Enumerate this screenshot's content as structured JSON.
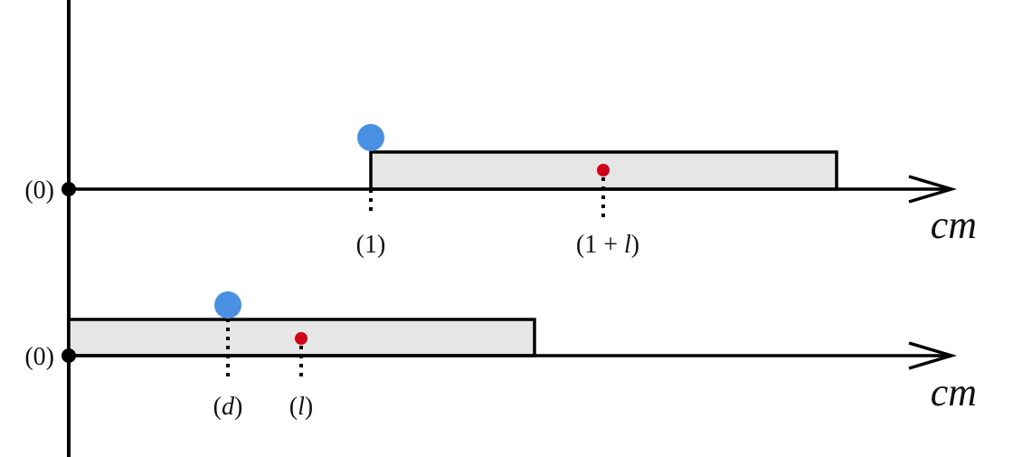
{
  "colors": {
    "line": "#000000",
    "rod_fill": "#e6e6e6",
    "blue_ball": "#4a90e2",
    "red_dot": "#d0021b"
  },
  "top": {
    "origin_label": "(0)",
    "unit_label": "cm",
    "tick_one_label": "(1)",
    "tick_center_open": "(1 + ",
    "tick_center_var": "l",
    "tick_center_close": ")"
  },
  "bottom": {
    "origin_label": "(0)",
    "unit_label": "cm",
    "tick_d_open": "(",
    "tick_d_var": "d",
    "tick_d_close": ")",
    "tick_l_open": "(",
    "tick_l_var": "l",
    "tick_l_close": ")"
  }
}
